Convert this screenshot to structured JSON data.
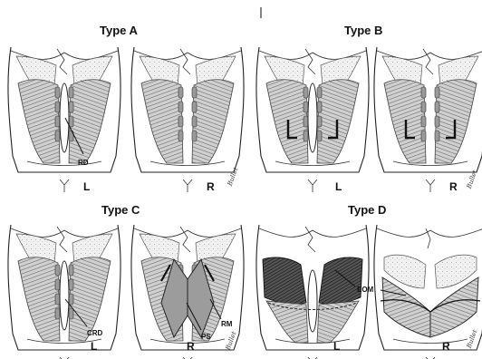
{
  "title_a": "Type A",
  "title_b": "Type B",
  "title_c": "Type C",
  "title_d": "Type D",
  "sides": {
    "left": "L",
    "right": "R"
  },
  "labels": {
    "rd": "RD",
    "crd": "CRD",
    "rm": "RM",
    "ps": "PS",
    "eom": "EOM"
  },
  "colors": {
    "ink": "#222222",
    "muscle_light": "#e2e2e2",
    "muscle_mid": "#bdbdbd",
    "muscle_dark": "#6e6e6e",
    "breast": "#eeeeee",
    "flap": "#3a3a3a"
  }
}
